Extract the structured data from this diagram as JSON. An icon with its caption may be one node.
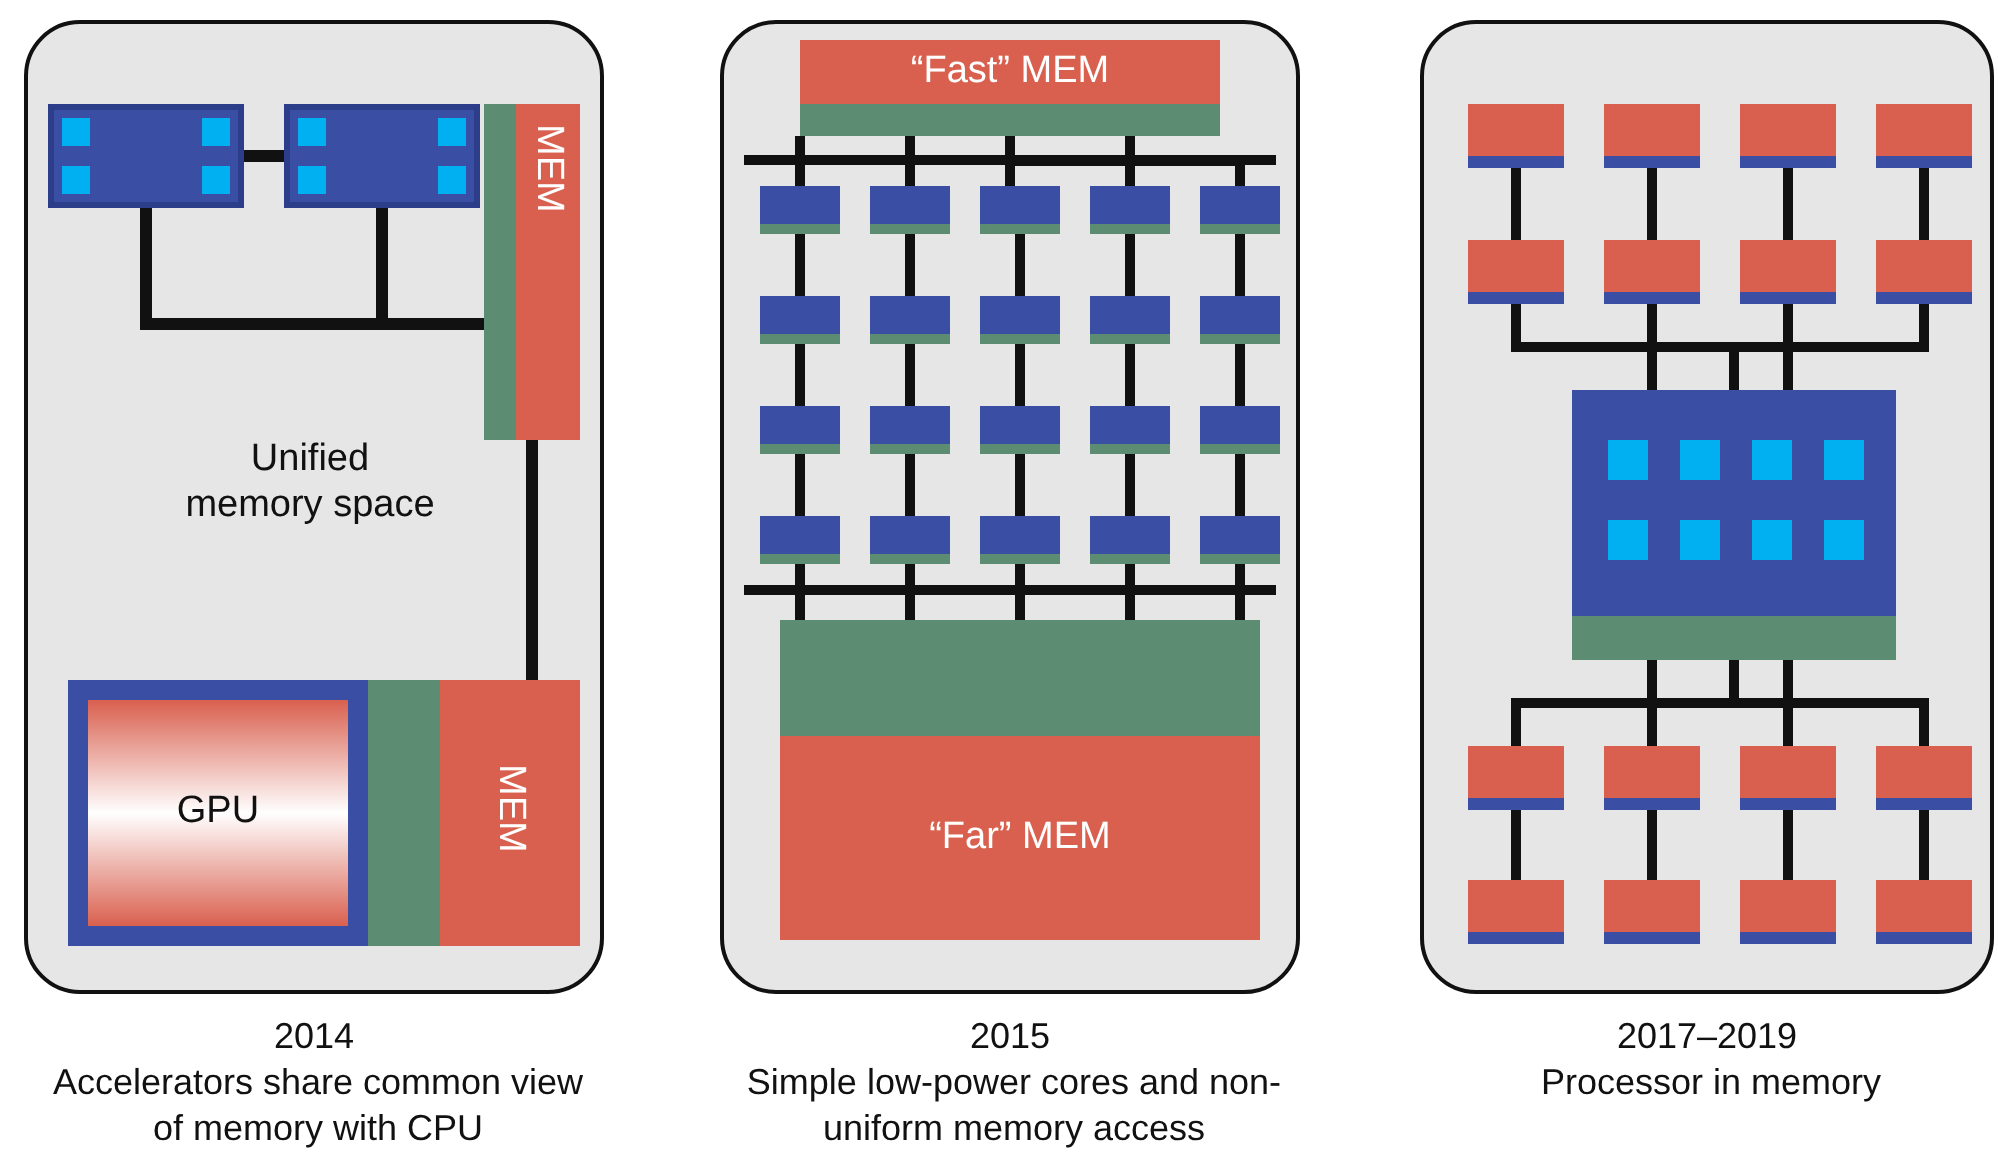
{
  "diagram": {
    "nodes": [
      {
        "text": [],
        "shape": "box",
        "beside": [
          "2014",
          "Accelerators share common view of memory with CPU"
        ]
      },
      {
        "text": [],
        "shape": "box",
        "in": 0
      },
      {
        "text": [],
        "shape": "box",
        "in": 0
      },
      {
        "text": [
          "MEM"
        ],
        "in": 0
      },
      {
        "text": [
          "GPU"
        ],
        "in": 0
      },
      {
        "text": [
          "MEM"
        ],
        "in": 0
      },
      {
        "text": [],
        "shape": "box",
        "beside": [
          "2015",
          "Simple low-power cores and non-uniform memory access"
        ]
      },
      {
        "text": [
          "“Fast” MEM"
        ],
        "in": 6
      },
      {
        "text": [],
        "shape": "box",
        "in": 6
      },
      {
        "text": [],
        "shape": "box",
        "in": 6
      },
      {
        "text": [],
        "shape": "box",
        "in": 6
      },
      {
        "text": [],
        "shape": "box",
        "in": 6
      },
      {
        "text": [],
        "shape": "box",
        "in": 6
      },
      {
        "text": [],
        "shape": "box",
        "in": 6
      },
      {
        "text": [],
        "shape": "box",
        "in": 6
      },
      {
        "text": [],
        "shape": "box",
        "in": 6
      },
      {
        "text": [],
        "shape": "box",
        "in": 6
      },
      {
        "text": [],
        "shape": "box",
        "in": 6
      },
      {
        "text": [],
        "shape": "box",
        "in": 6
      },
      {
        "text": [],
        "shape": "box",
        "in": 6
      },
      {
        "text": [],
        "shape": "box",
        "in": 6
      },
      {
        "text": [],
        "shape": "box",
        "in": 6
      },
      {
        "text": [],
        "shape": "box",
        "in": 6
      },
      {
        "text": [],
        "shape": "box",
        "in": 6
      },
      {
        "text": [],
        "shape": "box",
        "in": 6
      },
      {
        "text": [],
        "shape": "box",
        "in": 6
      },
      {
        "text": [],
        "shape": "box",
        "in": 6
      },
      {
        "text": [],
        "shape": "box",
        "in": 6
      },
      {
        "text": [
          "“Far” MEM"
        ],
        "in": 6
      },
      {
        "text": [],
        "shape": "box",
        "beside": [
          "2017–2019",
          "Processor in memory"
        ]
      },
      {
        "text": [],
        "shape": "box",
        "in": 29
      },
      {
        "text": [],
        "shape": "box",
        "in": 29
      },
      {
        "text": [],
        "shape": "box",
        "in": 29
      },
      {
        "text": [],
        "shape": "box",
        "in": 29
      },
      {
        "text": [],
        "shape": "box",
        "in": 29
      },
      {
        "text": [],
        "shape": "box",
        "in": 29
      },
      {
        "text": [],
        "shape": "box",
        "in": 29
      },
      {
        "text": [],
        "shape": "box",
        "in": 29
      },
      {
        "text": [],
        "shape": "box",
        "in": 29
      },
      {
        "text": [],
        "shape": "box",
        "in": 29
      },
      {
        "text": [],
        "shape": "box",
        "in": 29
      },
      {
        "text": [],
        "shape": "box",
        "in": 29
      },
      {
        "text": [],
        "shape": "box",
        "in": 29
      },
      {
        "text": [],
        "shape": "box",
        "in": 29
      },
      {
        "text": [],
        "shape": "box",
        "in": 29
      },
      {
        "text": [],
        "shape": "box",
        "in": 29
      },
      {
        "text": [],
        "shape": "box",
        "in": 29
      }
    ],
    "edges": [
      {
        "from": 1,
        "to": 2,
        "arrow": "none"
      },
      {
        "from": 1,
        "to": 3,
        "arrow": "none"
      },
      {
        "from": 2,
        "to": 3,
        "arrow": "none"
      },
      {
        "from": 3,
        "to": 5,
        "arrow": "none"
      },
      {
        "from": 7,
        "to": 8,
        "arrow": "none"
      },
      {
        "from": 7,
        "to": 9,
        "arrow": "none"
      },
      {
        "from": 7,
        "to": 10,
        "arrow": "none"
      },
      {
        "from": 7,
        "to": 11,
        "arrow": "none"
      },
      {
        "from": 7,
        "to": 12,
        "arrow": "none"
      },
      {
        "from": 8,
        "to": 13,
        "arrow": "none"
      },
      {
        "from": 9,
        "to": 14,
        "arrow": "none"
      },
      {
        "from": 10,
        "to": 15,
        "arrow": "none"
      },
      {
        "from": 11,
        "to": 16,
        "arrow": "none"
      },
      {
        "from": 12,
        "to": 17,
        "arrow": "none"
      },
      {
        "from": 13,
        "to": 18,
        "arrow": "none"
      },
      {
        "from": 14,
        "to": 19,
        "arrow": "none"
      },
      {
        "from": 15,
        "to": 20,
        "arrow": "none"
      },
      {
        "from": 16,
        "to": 21,
        "arrow": "none"
      },
      {
        "from": 17,
        "to": 22,
        "arrow": "none"
      },
      {
        "from": 18,
        "to": 23,
        "arrow": "none"
      },
      {
        "from": 19,
        "to": 24,
        "arrow": "none"
      },
      {
        "from": 20,
        "to": 25,
        "arrow": "none"
      },
      {
        "from": 21,
        "to": 26,
        "arrow": "none"
      },
      {
        "from": 22,
        "to": 27,
        "arrow": "none"
      },
      {
        "from": 23,
        "to": 28,
        "arrow": "none"
      },
      {
        "from": 24,
        "to": 28,
        "arrow": "none"
      },
      {
        "from": 25,
        "to": 28,
        "arrow": "none"
      },
      {
        "from": 26,
        "to": 28,
        "arrow": "none"
      },
      {
        "from": 27,
        "to": 28,
        "arrow": "none"
      },
      {
        "from": 30,
        "to": 34,
        "arrow": "none"
      },
      {
        "from": 31,
        "to": 35,
        "arrow": "none"
      },
      {
        "from": 32,
        "to": 36,
        "arrow": "none"
      },
      {
        "from": 33,
        "to": 37,
        "arrow": "none"
      },
      {
        "from": 34,
        "to": 38,
        "arrow": "none"
      },
      {
        "from": 35,
        "to": 38,
        "arrow": "none"
      },
      {
        "from": 36,
        "to": 38,
        "arrow": "none"
      },
      {
        "from": 37,
        "to": 38,
        "arrow": "none"
      },
      {
        "from": 38,
        "to": 39,
        "arrow": "none"
      },
      {
        "from": 38,
        "to": 40,
        "arrow": "none"
      },
      {
        "from": 38,
        "to": 41,
        "arrow": "none"
      },
      {
        "from": 38,
        "to": 42,
        "arrow": "none"
      },
      {
        "from": 39,
        "to": 43,
        "arrow": "none"
      },
      {
        "from": 40,
        "to": 44,
        "arrow": "none"
      },
      {
        "from": 41,
        "to": 45,
        "arrow": "none"
      },
      {
        "from": 42,
        "to": 46,
        "arrow": "none"
      }
    ],
    "labels": [
      "Unified memory space"
    ]
  }
}
